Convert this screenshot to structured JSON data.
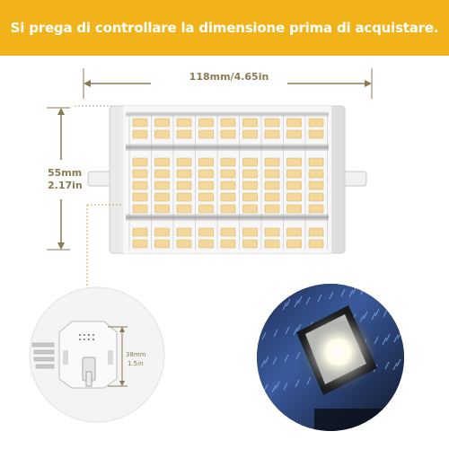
{
  "banner": {
    "text": "Si prega di controllare la dimensione prima di acquistare.",
    "color": "#f2b21a"
  },
  "dimensions": {
    "length_label": "118mm/4.65in",
    "height_mm": "55mm",
    "height_in": "2.17in",
    "depth_mm": "38mm",
    "depth_in": "1.5in"
  },
  "colors": {
    "accent_line": "#8a7a52",
    "led_chip": "#f4d79a",
    "dotted": "#c9a84a"
  }
}
